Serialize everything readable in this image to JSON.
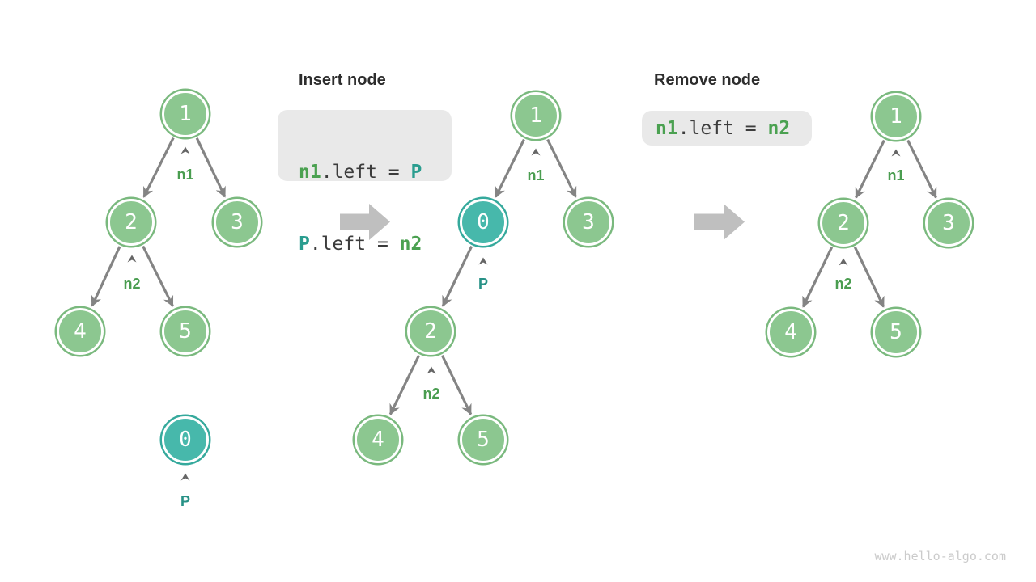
{
  "figure": {
    "insert_section": {
      "title": "Insert node",
      "code_lines": [
        {
          "tokens": [
            {
              "text": "n1",
              "color": "green"
            },
            {
              "text": ".left = ",
              "color": "plain"
            },
            {
              "text": "P",
              "color": "teal"
            }
          ]
        },
        {
          "tokens": [
            {
              "text": "P",
              "color": "teal"
            },
            {
              "text": ".left = ",
              "color": "plain"
            },
            {
              "text": "n2",
              "color": "green"
            }
          ]
        }
      ]
    },
    "remove_section": {
      "title": "Remove node",
      "code_lines": [
        {
          "tokens": [
            {
              "text": "n1",
              "color": "green"
            },
            {
              "text": ".left = ",
              "color": "plain"
            },
            {
              "text": "n2",
              "color": "green"
            }
          ]
        }
      ]
    },
    "trees": {
      "left": {
        "nodes": [
          {
            "value": "1",
            "style": "green"
          },
          {
            "value": "2",
            "style": "green"
          },
          {
            "value": "3",
            "style": "green"
          },
          {
            "value": "4",
            "style": "green"
          },
          {
            "value": "5",
            "style": "green"
          },
          {
            "value": "0",
            "style": "teal"
          }
        ],
        "edges": [
          {
            "from": "1",
            "to": "2"
          },
          {
            "from": "1",
            "to": "3"
          },
          {
            "from": "2",
            "to": "4"
          },
          {
            "from": "2",
            "to": "5"
          }
        ],
        "labels": [
          {
            "text": "n1",
            "points_to": "1",
            "color": "green"
          },
          {
            "text": "n2",
            "points_to": "2",
            "color": "green"
          },
          {
            "text": "P",
            "points_to": "0",
            "color": "teal"
          }
        ]
      },
      "middle": {
        "nodes": [
          {
            "value": "1",
            "style": "green"
          },
          {
            "value": "0",
            "style": "teal"
          },
          {
            "value": "3",
            "style": "green"
          },
          {
            "value": "2",
            "style": "green"
          },
          {
            "value": "4",
            "style": "green"
          },
          {
            "value": "5",
            "style": "green"
          }
        ],
        "edges": [
          {
            "from": "1",
            "to": "0"
          },
          {
            "from": "1",
            "to": "3"
          },
          {
            "from": "0",
            "to": "2"
          },
          {
            "from": "2",
            "to": "4"
          },
          {
            "from": "2",
            "to": "5"
          }
        ],
        "labels": [
          {
            "text": "n1",
            "points_to": "1",
            "color": "green"
          },
          {
            "text": "P",
            "points_to": "0",
            "color": "teal"
          },
          {
            "text": "n2",
            "points_to": "2",
            "color": "green"
          }
        ]
      },
      "right": {
        "nodes": [
          {
            "value": "1",
            "style": "green"
          },
          {
            "value": "2",
            "style": "green"
          },
          {
            "value": "3",
            "style": "green"
          },
          {
            "value": "4",
            "style": "green"
          },
          {
            "value": "5",
            "style": "green"
          }
        ],
        "edges": [
          {
            "from": "1",
            "to": "2"
          },
          {
            "from": "1",
            "to": "3"
          },
          {
            "from": "2",
            "to": "4"
          },
          {
            "from": "2",
            "to": "5"
          }
        ],
        "labels": [
          {
            "text": "n1",
            "points_to": "1",
            "color": "green"
          },
          {
            "text": "n2",
            "points_to": "2",
            "color": "green"
          }
        ]
      }
    },
    "watermark": "www.hello-algo.com",
    "colors": {
      "node_green_fill": "#8cc790",
      "node_green_ring": "#7ab97e",
      "node_teal_fill": "#47b8ab",
      "node_teal_ring": "#35a99c",
      "label_green": "#4a9d50",
      "label_teal": "#279186",
      "code_green": "#4ba151",
      "code_teal": "#2a9d8f",
      "code_plain": "#3c3c3c",
      "code_background": "#e9e9e9",
      "edge_gray": "#848484",
      "block_arrow_gray": "#bfbfbf",
      "heading_text": "#2d2d2d",
      "watermark_gray": "#cbcbcb"
    }
  }
}
